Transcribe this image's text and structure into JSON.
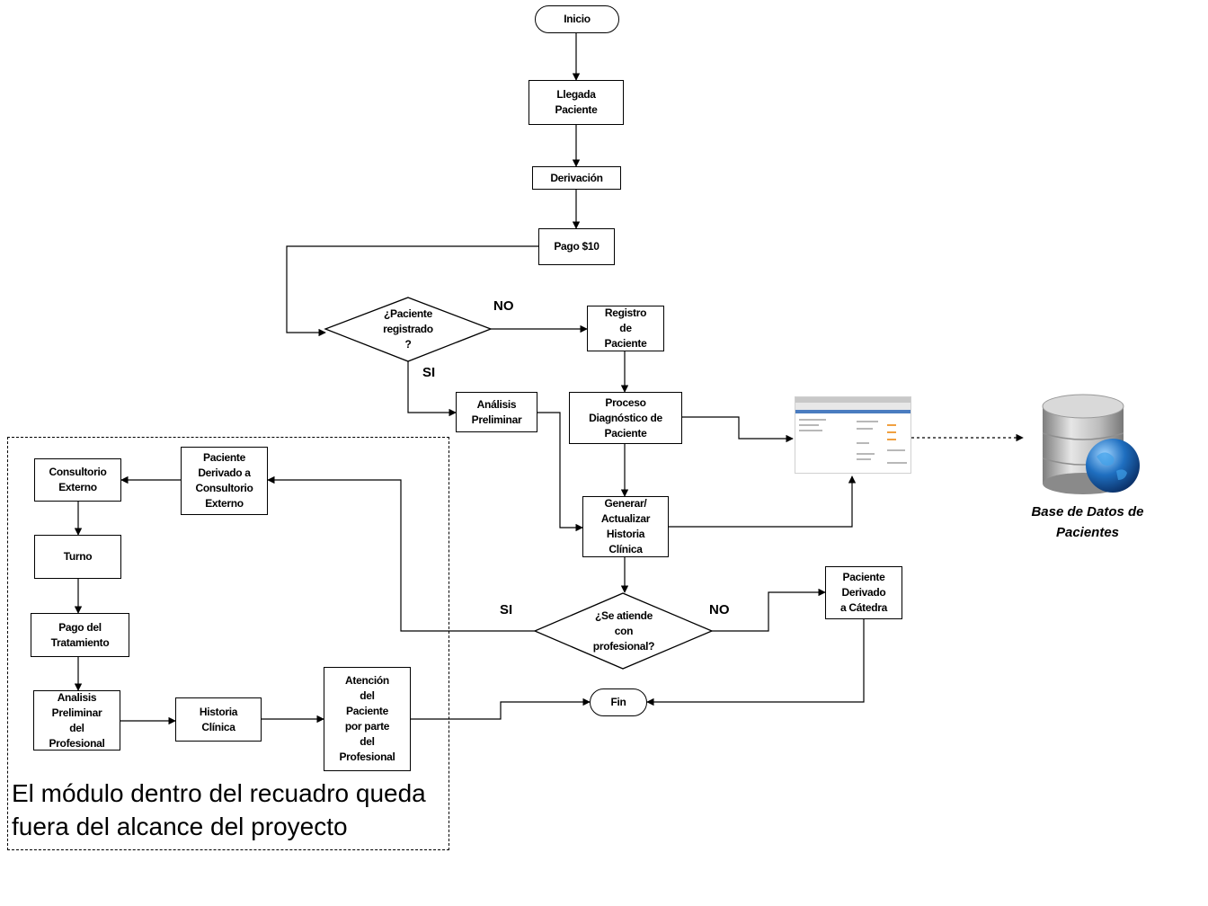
{
  "nodes": {
    "inicio": "Inicio",
    "llegada": "Llegada\nPaciente",
    "derivacion": "Derivación",
    "pago": "Pago $10",
    "registrado": "¿Paciente\nregistrado\n?",
    "registro": "Registro\nde\nPaciente",
    "analisis_prelim": "Análisis\nPreliminar",
    "proceso": "Proceso\nDiagnóstico de\nPaciente",
    "generar": "Generar/\nActualizar\nHistoria\nClínica",
    "se_atiende": "¿Se atiende\ncon\nprofesional?",
    "derivado_catedra": "Paciente\nDerivado\na Cátedra",
    "fin": "Fin",
    "derivado_consultorio": "Paciente\nDerivado a\nConsultorio\nExterno",
    "consultorio": "Consultorio\nExterno",
    "turno": "Turno",
    "pago_tratamiento": "Pago del\nTratamiento",
    "analisis_prof": "Analisis\nPreliminar\ndel\nProfesional",
    "historia": "Historia\nClínica",
    "atencion": "Atención\ndel\nPaciente\npor parte\ndel\nProfesional"
  },
  "branches": {
    "no_1": "NO",
    "si_1": "SI",
    "si_2": "SI",
    "no_2": "NO"
  },
  "database_label": "Base de Datos de\nPacientes",
  "scope_note": "El módulo dentro del recuadro queda fuera del alcance del proyecto",
  "icons": {
    "database": "database-globe-icon",
    "app_screenshot": "application-screenshot-icon"
  },
  "colors": {
    "line": "#000000",
    "globe": "#1f6fc0",
    "cylinder": "#a8a8a8"
  }
}
